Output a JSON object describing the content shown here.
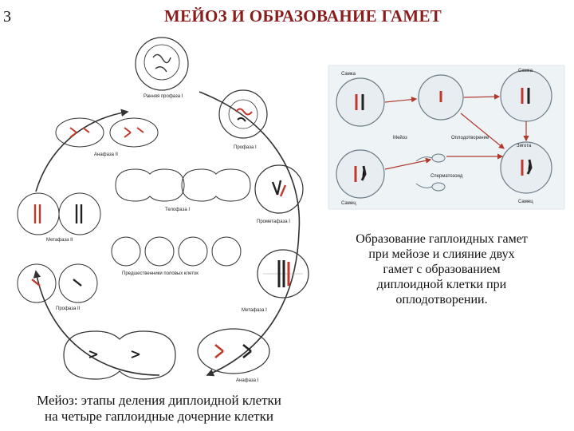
{
  "slide_number": "3",
  "title": "МЕЙОЗ И ОБРАЗОВАНИЕ ГАМЕТ",
  "cycle_diagram": {
    "stages": [
      "Ранняя профаза I",
      "Профаза I",
      "Прометафаза I",
      "Метафаза I",
      "Анафаза I",
      "Телофаза I",
      "Предшественники половых клеток",
      "Профаза II",
      "Метафаза II",
      "Анафаза II"
    ]
  },
  "fertilization_diagram": {
    "labels": [
      "Самка",
      "Мейоз",
      "Оплодотворение",
      "Самец",
      "Сперматозоид",
      "Зигота",
      "Самка",
      "Самец"
    ]
  },
  "captions": {
    "left_line1": "Мейоз: этапы деления диплоидной клетки",
    "left_line2": "на четыре гаплоидные дочерние клетки",
    "right_line1": "Образование гаплоидных гамет",
    "right_line2": "при мейозе и слияние двух",
    "right_line3": "гамет с образованием",
    "right_line4": "диплоидной клетки при",
    "right_line5": "оплодотворении."
  },
  "colors": {
    "title": "#8a1c1c",
    "chromosome_red": "#c0392b",
    "chromosome_dark": "#222222",
    "fertilization_bg": "#eef3f6"
  }
}
